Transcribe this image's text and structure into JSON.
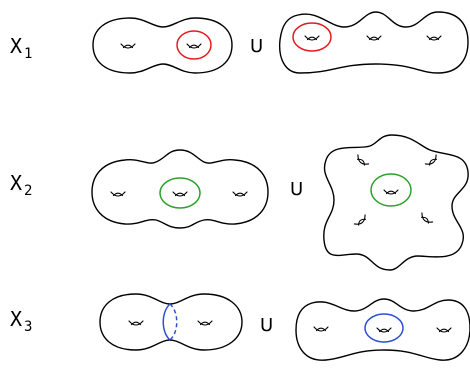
{
  "rows": [
    {
      "label": "X",
      "subscript": "1",
      "union": "U",
      "curve_color": "#e31a1c"
    },
    {
      "label": "X",
      "subscript": "2",
      "union": "U",
      "curve_color": "#2ca02c"
    },
    {
      "label": "X",
      "subscript": "3",
      "union": "U",
      "curve_color": "#2b4fd6"
    }
  ],
  "icons": {
    "hole": "genus-hole-icon"
  }
}
